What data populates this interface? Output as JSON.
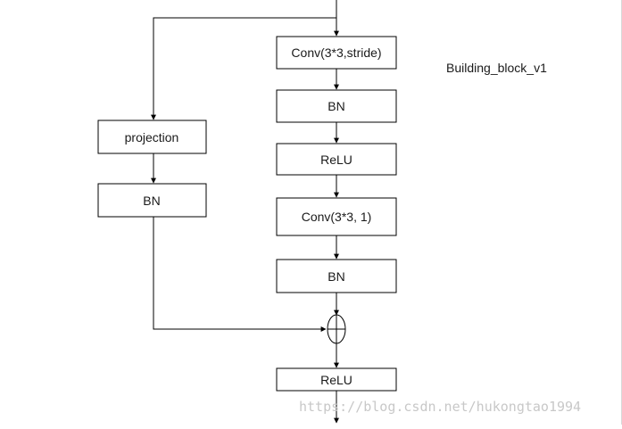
{
  "diagram": {
    "title": "Building_block_v1",
    "nodes": {
      "conv_stride": "Conv(3*3,stride)",
      "bn_1": "BN",
      "relu_1": "ReLU",
      "conv_1": "Conv(3*3, 1)",
      "bn_2": "BN",
      "projection": "projection",
      "bn_shortcut": "BN",
      "add": "⊕",
      "relu_out": "ReLU"
    },
    "edges": [
      [
        "input",
        "conv_stride"
      ],
      [
        "input",
        "projection"
      ],
      [
        "conv_stride",
        "bn_1"
      ],
      [
        "bn_1",
        "relu_1"
      ],
      [
        "relu_1",
        "conv_1"
      ],
      [
        "conv_1",
        "bn_2"
      ],
      [
        "bn_2",
        "add"
      ],
      [
        "projection",
        "bn_shortcut"
      ],
      [
        "bn_shortcut",
        "add"
      ],
      [
        "add",
        "relu_out"
      ],
      [
        "relu_out",
        "output"
      ]
    ]
  },
  "watermark": "https://blog.csdn.net/hukongtao1994"
}
